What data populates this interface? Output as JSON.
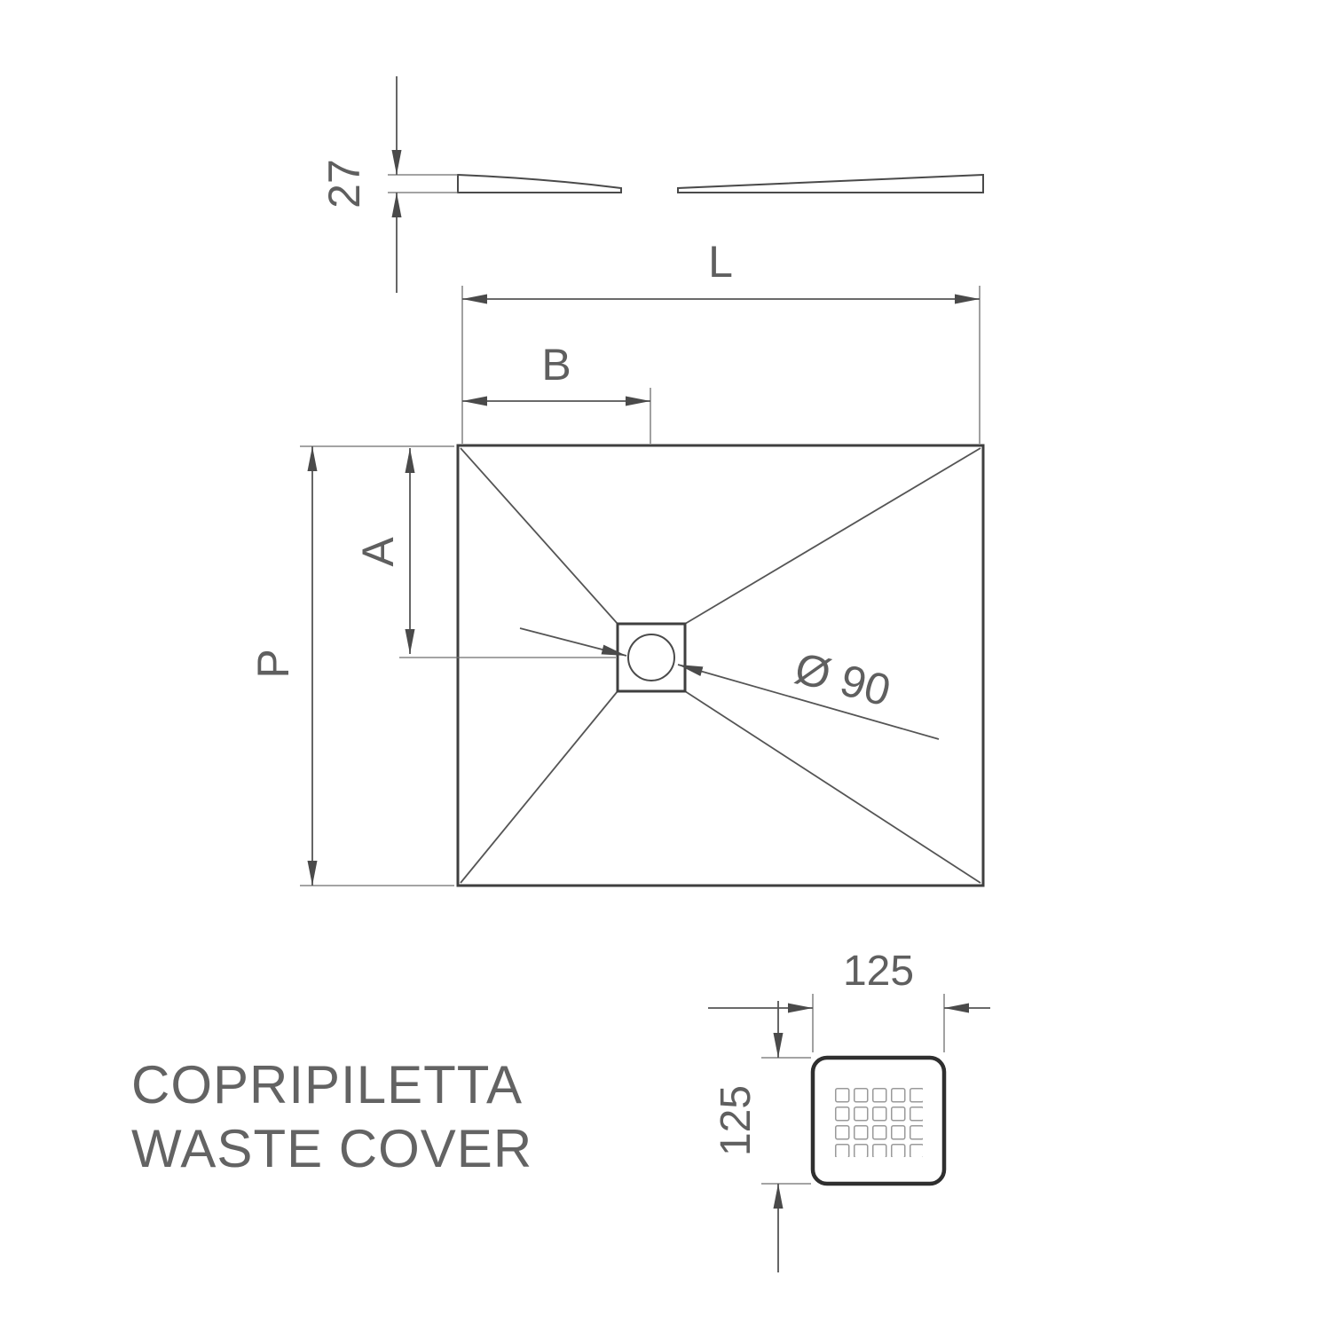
{
  "profile_view": {
    "thickness": "27"
  },
  "plan_view": {
    "length": "L",
    "drain_offset_x": "B",
    "drain_offset_y": "A",
    "depth": "P",
    "drain_diameter": "Ø 90"
  },
  "waste_cover": {
    "width": "125",
    "height": "125",
    "caption_line1": "COPRIPILETTA",
    "caption_line2": "WASTE COVER"
  },
  "colors": {
    "background": "#ffffff",
    "drawing_line": "#3f3f3f",
    "dimension_line": "#555555",
    "text": "#5f5f5f"
  }
}
